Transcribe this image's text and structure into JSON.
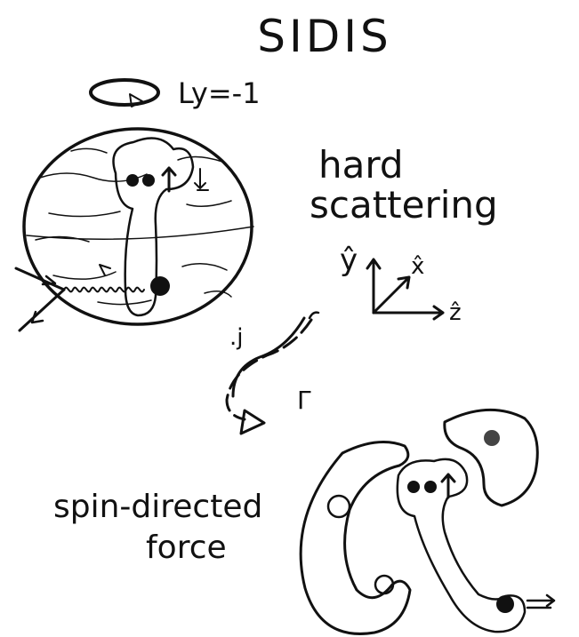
{
  "title": "SIDIS",
  "orbital_label": "Ly=-1",
  "stage1_label": [
    "hard",
    "scattering"
  ],
  "stage2_label": [
    "spin-directed",
    "force"
  ],
  "axes": {
    "y": "ŷ",
    "x": "x̂",
    "z": "ẑ"
  },
  "mid_marks": [
    ".j",
    "Γ"
  ],
  "ink_color": "#111111"
}
